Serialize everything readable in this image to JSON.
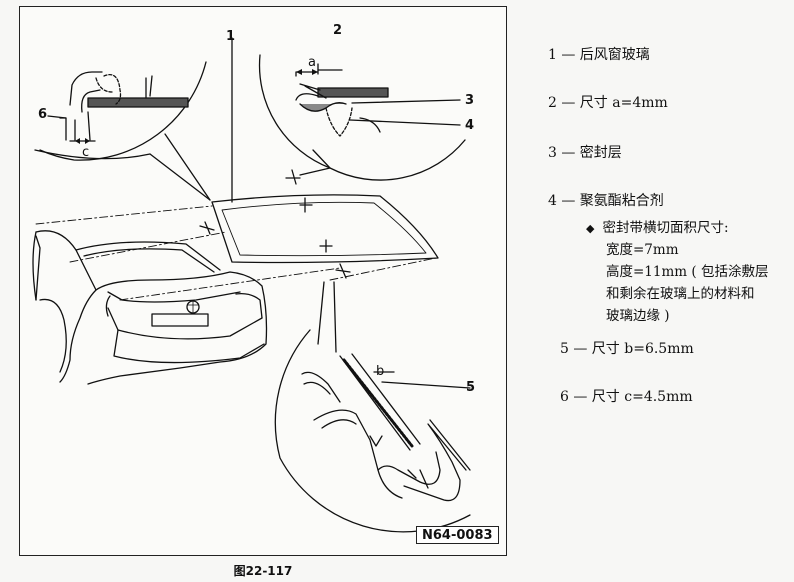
{
  "callouts": {
    "n1": "1",
    "n2": "2",
    "n3": "3",
    "n4": "4",
    "n5": "5",
    "n6": "6",
    "a": "a",
    "b": "b",
    "c": "c"
  },
  "figure_code": "N64-0083",
  "caption": "图22-117",
  "legend": {
    "item1": "1 — 后风窗玻璃",
    "item2": "2 — 尺寸 a=4mm",
    "item3": "3 — 密封层",
    "item4": "4 — 聚氨酯粘合剂",
    "sub1": "密封带横切面积尺寸:",
    "sub2": "宽度=7mm",
    "sub3": "高度=11mm ( 包括涂敷层",
    "sub4": "和剩余在玻璃上的材料和",
    "sub5": "玻璃边缘 )",
    "item5": "5 — 尺寸 b=6.5mm",
    "item6": "6 — 尺寸 c=4.5mm"
  }
}
